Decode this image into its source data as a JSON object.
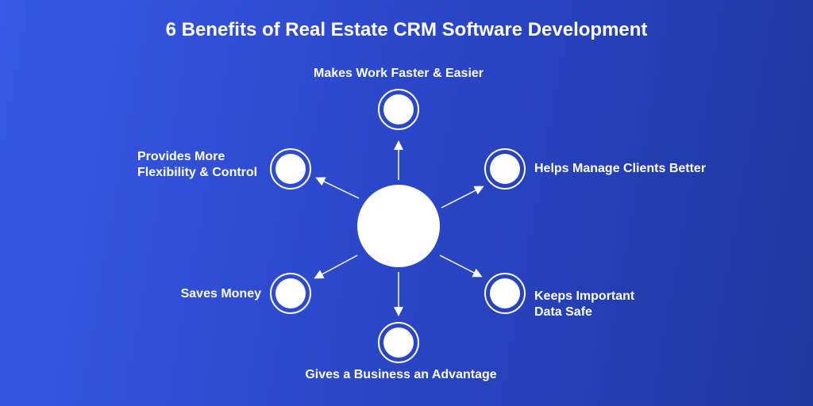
{
  "title": "6 Benefits of Real Estate CRM Software Development",
  "colors": {
    "background_left": "#3659e6",
    "background_right": "#1f379e",
    "node": "#ffffff"
  },
  "benefits": [
    {
      "label": "Makes Work Faster & Easier"
    },
    {
      "label": "Helps Manage Clients Better"
    },
    {
      "label": "Keeps Important",
      "label2": "Data Safe"
    },
    {
      "label": "Gives a Business an Advantage"
    },
    {
      "label": "Saves Money"
    },
    {
      "label": "Provides More",
      "label2": "Flexibility & Control"
    }
  ]
}
